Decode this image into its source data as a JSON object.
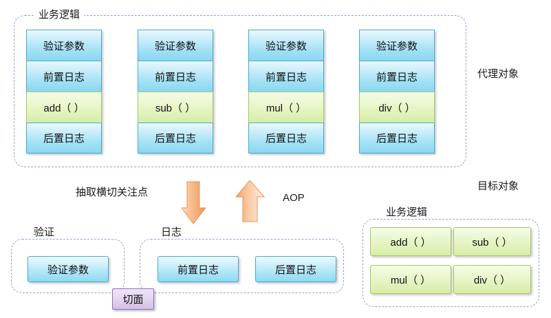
{
  "diagram": {
    "title_hidden": "AOP proxy object diagram",
    "top_group": {
      "label": "业务逻辑",
      "side_label": "代理对象",
      "columns": [
        {
          "name": "add-column",
          "cells": [
            {
              "text": "验证参数",
              "kind": "blue"
            },
            {
              "text": "前置日志",
              "kind": "blue"
            },
            {
              "text": "add（ ）",
              "kind": "green"
            },
            {
              "text": "后置日志",
              "kind": "blue"
            }
          ]
        },
        {
          "name": "sub-column",
          "cells": [
            {
              "text": "验证参数",
              "kind": "blue"
            },
            {
              "text": "前置日志",
              "kind": "blue"
            },
            {
              "text": "sub（ ）",
              "kind": "green"
            },
            {
              "text": "后置日志",
              "kind": "blue"
            }
          ]
        },
        {
          "name": "mul-column",
          "cells": [
            {
              "text": "验证参数",
              "kind": "blue"
            },
            {
              "text": "前置日志",
              "kind": "blue"
            },
            {
              "text": "mul（ ）",
              "kind": "green"
            },
            {
              "text": "后置日志",
              "kind": "blue"
            }
          ]
        },
        {
          "name": "div-column",
          "cells": [
            {
              "text": "验证参数",
              "kind": "blue"
            },
            {
              "text": "前置日志",
              "kind": "blue"
            },
            {
              "text": "div（ ）",
              "kind": "green"
            },
            {
              "text": "后置日志",
              "kind": "blue"
            }
          ]
        }
      ]
    },
    "middle": {
      "extract_label": "抽取横切关注点",
      "aop_label": "AOP",
      "down_arrow_icon": "down-block-arrow-icon",
      "up_arrow_icon": "up-block-arrow-icon",
      "arrow_color": "#F5A86A"
    },
    "validate_group": {
      "label": "验证",
      "items": [
        {
          "text": "验证参数"
        }
      ]
    },
    "log_group": {
      "label": "日志",
      "items": [
        {
          "text": "前置日志"
        },
        {
          "text": "后置日志"
        }
      ]
    },
    "aspect_badge": {
      "text": "切面"
    },
    "target_group": {
      "side_label": "目标对象",
      "label": "业务逻辑",
      "items": [
        {
          "text": "add（ ）"
        },
        {
          "text": "sub（ ）"
        },
        {
          "text": "mul（ ）"
        },
        {
          "text": "div（ ）"
        }
      ]
    },
    "colors": {
      "blue_fill": "#9fe0f4",
      "blue_border": "#4aa8cc",
      "green_fill": "#dcf0b0",
      "green_border": "#a8c46a",
      "purple_fill": "#d3bfe5",
      "purple_border": "#8d72b5",
      "dashed_border": "#8fa3c8",
      "orange_arrow": "#F5A86A"
    }
  }
}
